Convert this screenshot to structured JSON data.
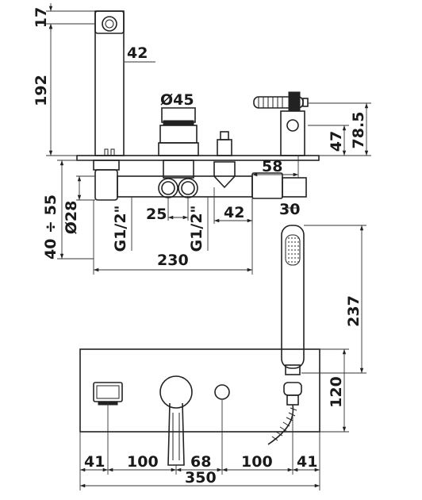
{
  "dimensions": {
    "d17": "17",
    "d42_top": "42",
    "d192": "192",
    "d45": "Ø45",
    "d78_5": "78.5",
    "d47": "47",
    "d58": "58",
    "d40_55": "40 ÷ 55",
    "d28": "Ø28",
    "d25": "25",
    "d42_mid": "42",
    "d30": "30",
    "g12_left": "G1/2\"",
    "g12_right": "G1/2\"",
    "d230": "230",
    "d237": "237",
    "d120": "120",
    "b41_left": "41",
    "b100_left": "100",
    "b68": "68",
    "b100_right": "100",
    "b41_right": "41",
    "b350": "350"
  }
}
